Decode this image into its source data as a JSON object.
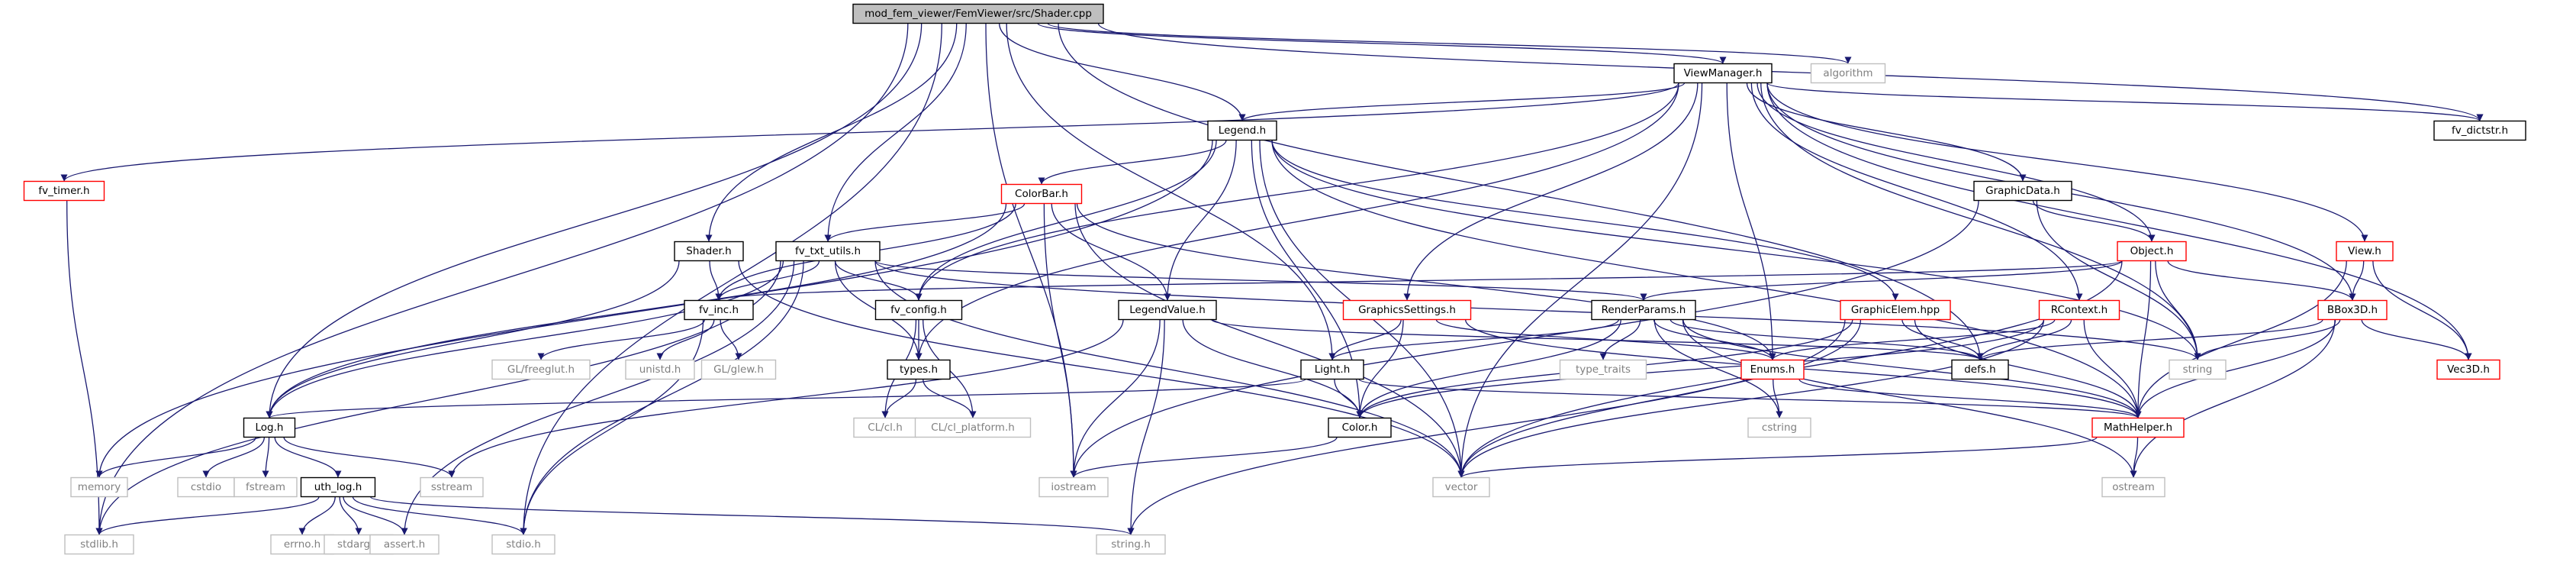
{
  "diagram": {
    "title": "",
    "colors": {
      "root_fill": "#bfbfbf",
      "root_border": "#000000",
      "documented_border": "#000000",
      "incomplete_border": "#ff0000",
      "system_border": "#bfbfbf",
      "system_text": "#808080",
      "text": "#000000",
      "edge": "#191970"
    },
    "nodes": [
      {
        "id": "shader_cpp",
        "label": "mod_fem_viewer/FemViewer/src/Shader.cpp",
        "kind": "root"
      },
      {
        "id": "viewmanager_h",
        "label": "ViewManager.h",
        "kind": "documented"
      },
      {
        "id": "algorithm",
        "label": "algorithm",
        "kind": "system"
      },
      {
        "id": "fv_dictstr_h",
        "label": "fv_dictstr.h",
        "kind": "documented"
      },
      {
        "id": "legend_h",
        "label": "Legend.h",
        "kind": "documented"
      },
      {
        "id": "fv_timer_h",
        "label": "fv_timer.h",
        "kind": "incomplete"
      },
      {
        "id": "colorbar_h",
        "label": "ColorBar.h",
        "kind": "incomplete"
      },
      {
        "id": "graphicdata_h",
        "label": "GraphicData.h",
        "kind": "documented"
      },
      {
        "id": "object_h",
        "label": "Object.h",
        "kind": "incomplete"
      },
      {
        "id": "view_h",
        "label": "View.h",
        "kind": "incomplete"
      },
      {
        "id": "shader_h",
        "label": "Shader.h",
        "kind": "documented"
      },
      {
        "id": "fv_txt_utils_h",
        "label": "fv_txt_utils.h",
        "kind": "documented"
      },
      {
        "id": "fv_inc_h",
        "label": "fv_inc.h",
        "kind": "documented"
      },
      {
        "id": "fv_config_h",
        "label": "fv_config.h",
        "kind": "documented"
      },
      {
        "id": "legendvalue_h",
        "label": "LegendValue.h",
        "kind": "documented"
      },
      {
        "id": "graphicssettings_h",
        "label": "GraphicsSettings.h",
        "kind": "incomplete"
      },
      {
        "id": "renderparams_h",
        "label": "RenderParams.h",
        "kind": "documented"
      },
      {
        "id": "graphicelem_hpp",
        "label": "GraphicElem.hpp",
        "kind": "incomplete"
      },
      {
        "id": "rcontext_h",
        "label": "RContext.h",
        "kind": "incomplete"
      },
      {
        "id": "bbox3d_h",
        "label": "BBox3D.h",
        "kind": "incomplete"
      },
      {
        "id": "vec3d_h",
        "label": "Vec3D.h",
        "kind": "incomplete"
      },
      {
        "id": "glfreeglut_h",
        "label": "GL/freeglut.h",
        "kind": "system"
      },
      {
        "id": "unistd_h",
        "label": "unistd.h",
        "kind": "system"
      },
      {
        "id": "glglew_h",
        "label": "GL/glew.h",
        "kind": "system"
      },
      {
        "id": "types_h",
        "label": "types.h",
        "kind": "documented"
      },
      {
        "id": "light_h",
        "label": "Light.h",
        "kind": "documented"
      },
      {
        "id": "type_traits",
        "label": "type_traits",
        "kind": "system"
      },
      {
        "id": "enums_h",
        "label": "Enums.h",
        "kind": "incomplete"
      },
      {
        "id": "defs_h",
        "label": "defs.h",
        "kind": "documented"
      },
      {
        "id": "string",
        "label": "string",
        "kind": "system"
      },
      {
        "id": "log_h",
        "label": "Log.h",
        "kind": "documented"
      },
      {
        "id": "clcl_h",
        "label": "CL/cl.h",
        "kind": "system"
      },
      {
        "id": "clcl_platform_h",
        "label": "CL/cl_platform.h",
        "kind": "system"
      },
      {
        "id": "color_h",
        "label": "Color.h",
        "kind": "documented"
      },
      {
        "id": "cstring",
        "label": "cstring",
        "kind": "system"
      },
      {
        "id": "mathhelper_h",
        "label": "MathHelper.h",
        "kind": "incomplete"
      },
      {
        "id": "memory",
        "label": "memory",
        "kind": "system"
      },
      {
        "id": "cstdio",
        "label": "cstdio",
        "kind": "system"
      },
      {
        "id": "fstream",
        "label": "fstream",
        "kind": "system"
      },
      {
        "id": "uth_log_h",
        "label": "uth_log.h",
        "kind": "documented"
      },
      {
        "id": "sstream",
        "label": "sstream",
        "kind": "system"
      },
      {
        "id": "iostream",
        "label": "iostream",
        "kind": "system"
      },
      {
        "id": "vector",
        "label": "vector",
        "kind": "system"
      },
      {
        "id": "ostream",
        "label": "ostream",
        "kind": "system"
      },
      {
        "id": "stdlib_h",
        "label": "stdlib.h",
        "kind": "system"
      },
      {
        "id": "errno_h",
        "label": "errno.h",
        "kind": "system"
      },
      {
        "id": "stdarg_h",
        "label": "stdarg.h",
        "kind": "system"
      },
      {
        "id": "assert_h",
        "label": "assert.h",
        "kind": "system"
      },
      {
        "id": "stdio_h",
        "label": "stdio.h",
        "kind": "system"
      },
      {
        "id": "string_h",
        "label": "string.h",
        "kind": "system"
      }
    ],
    "edges": [
      [
        "shader_cpp",
        "viewmanager_h"
      ],
      [
        "shader_cpp",
        "algorithm"
      ],
      [
        "shader_cpp",
        "fv_dictstr_h"
      ],
      [
        "shader_cpp",
        "legend_h"
      ],
      [
        "shader_cpp",
        "shader_h"
      ],
      [
        "shader_cpp",
        "fv_txt_utils_h"
      ],
      [
        "shader_cpp",
        "light_h"
      ],
      [
        "shader_cpp",
        "log_h"
      ],
      [
        "shader_cpp",
        "defs_h"
      ],
      [
        "shader_cpp",
        "iostream"
      ],
      [
        "shader_cpp",
        "stdio_h"
      ],
      [
        "shader_cpp",
        "stdlib_h"
      ],
      [
        "viewmanager_h",
        "fv_dictstr_h"
      ],
      [
        "viewmanager_h",
        "legend_h"
      ],
      [
        "viewmanager_h",
        "fv_timer_h"
      ],
      [
        "viewmanager_h",
        "graphicdata_h"
      ],
      [
        "viewmanager_h",
        "object_h"
      ],
      [
        "viewmanager_h",
        "view_h"
      ],
      [
        "viewmanager_h",
        "bbox3d_h"
      ],
      [
        "viewmanager_h",
        "vec3d_h"
      ],
      [
        "viewmanager_h",
        "graphicssettings_h"
      ],
      [
        "viewmanager_h",
        "rcontext_h"
      ],
      [
        "viewmanager_h",
        "fv_config_h"
      ],
      [
        "viewmanager_h",
        "types_h"
      ],
      [
        "viewmanager_h",
        "enums_h"
      ],
      [
        "viewmanager_h",
        "string"
      ],
      [
        "viewmanager_h",
        "vector"
      ],
      [
        "legend_h",
        "colorbar_h"
      ],
      [
        "legend_h",
        "legendvalue_h"
      ],
      [
        "legend_h",
        "fv_config_h"
      ],
      [
        "legend_h",
        "graphicelem_hpp"
      ],
      [
        "legend_h",
        "mathhelper_h"
      ],
      [
        "legend_h",
        "color_h"
      ],
      [
        "legend_h",
        "string"
      ],
      [
        "legend_h",
        "memory"
      ],
      [
        "legend_h",
        "vector"
      ],
      [
        "fv_timer_h",
        "stdlib_h"
      ],
      [
        "colorbar_h",
        "fv_txt_utils_h"
      ],
      [
        "colorbar_h",
        "legendvalue_h"
      ],
      [
        "colorbar_h",
        "fv_inc_h"
      ],
      [
        "colorbar_h",
        "enums_h"
      ],
      [
        "colorbar_h",
        "log_h"
      ],
      [
        "colorbar_h",
        "vector"
      ],
      [
        "colorbar_h",
        "iostream"
      ],
      [
        "graphicdata_h",
        "object_h"
      ],
      [
        "graphicdata_h",
        "string"
      ],
      [
        "graphicdata_h",
        "iostream"
      ],
      [
        "object_h",
        "renderparams_h"
      ],
      [
        "object_h",
        "bbox3d_h"
      ],
      [
        "object_h",
        "string"
      ],
      [
        "object_h",
        "mathhelper_h"
      ],
      [
        "object_h",
        "fv_inc_h"
      ],
      [
        "object_h",
        "vector"
      ],
      [
        "view_h",
        "bbox3d_h"
      ],
      [
        "view_h",
        "vec3d_h"
      ],
      [
        "view_h",
        "mathhelper_h"
      ],
      [
        "shader_h",
        "fv_inc_h"
      ],
      [
        "shader_h",
        "log_h"
      ],
      [
        "shader_h",
        "vector"
      ],
      [
        "fv_txt_utils_h",
        "fv_inc_h"
      ],
      [
        "fv_txt_utils_h",
        "fv_config_h"
      ],
      [
        "fv_txt_utils_h",
        "types_h"
      ],
      [
        "fv_txt_utils_h",
        "renderparams_h"
      ],
      [
        "fv_txt_utils_h",
        "string"
      ],
      [
        "fv_txt_utils_h",
        "vector"
      ],
      [
        "fv_txt_utils_h",
        "log_h"
      ],
      [
        "fv_txt_utils_h",
        "stdlib_h"
      ],
      [
        "fv_txt_utils_h",
        "assert_h"
      ],
      [
        "fv_txt_utils_h",
        "stdio_h"
      ],
      [
        "fv_inc_h",
        "glfreeglut_h"
      ],
      [
        "fv_inc_h",
        "unistd_h"
      ],
      [
        "fv_inc_h",
        "glglew_h"
      ],
      [
        "fv_inc_h",
        "stdio_h"
      ],
      [
        "fv_config_h",
        "types_h"
      ],
      [
        "fv_config_h",
        "clcl_h"
      ],
      [
        "fv_config_h",
        "clcl_platform_h"
      ],
      [
        "types_h",
        "clcl_h"
      ],
      [
        "types_h",
        "clcl_platform_h"
      ],
      [
        "legendvalue_h",
        "defs_h"
      ],
      [
        "legendvalue_h",
        "color_h"
      ],
      [
        "legendvalue_h",
        "string_h"
      ],
      [
        "legendvalue_h",
        "iostream"
      ],
      [
        "legendvalue_h",
        "sstream"
      ],
      [
        "graphicssettings_h",
        "light_h"
      ],
      [
        "graphicssettings_h",
        "color_h"
      ],
      [
        "graphicssettings_h",
        "enums_h"
      ],
      [
        "graphicssettings_h",
        "mathhelper_h"
      ],
      [
        "renderparams_h",
        "light_h"
      ],
      [
        "renderparams_h",
        "type_traits"
      ],
      [
        "renderparams_h",
        "enums_h"
      ],
      [
        "renderparams_h",
        "defs_h"
      ],
      [
        "renderparams_h",
        "color_h"
      ],
      [
        "renderparams_h",
        "cstring"
      ],
      [
        "renderparams_h",
        "mathhelper_h"
      ],
      [
        "renderparams_h",
        "ostream"
      ],
      [
        "graphicelem_hpp",
        "defs_h"
      ],
      [
        "graphicelem_hpp",
        "mathhelper_h"
      ],
      [
        "graphicelem_hpp",
        "color_h"
      ],
      [
        "graphicelem_hpp",
        "vector"
      ],
      [
        "graphicelem_hpp",
        "string_h"
      ],
      [
        "rcontext_h",
        "enums_h"
      ],
      [
        "rcontext_h",
        "defs_h"
      ],
      [
        "rcontext_h",
        "mathhelper_h"
      ],
      [
        "rcontext_h",
        "color_h"
      ],
      [
        "rcontext_h",
        "vector"
      ],
      [
        "bbox3d_h",
        "defs_h"
      ],
      [
        "bbox3d_h",
        "string"
      ],
      [
        "bbox3d_h",
        "vec3d_h"
      ],
      [
        "bbox3d_h",
        "mathhelper_h"
      ],
      [
        "bbox3d_h",
        "ostream"
      ],
      [
        "light_h",
        "color_h"
      ],
      [
        "light_h",
        "mathhelper_h"
      ],
      [
        "light_h",
        "log_h"
      ],
      [
        "enums_h",
        "cstring"
      ],
      [
        "enums_h",
        "mathhelper_h"
      ],
      [
        "color_h",
        "iostream"
      ],
      [
        "mathhelper_h",
        "vector"
      ],
      [
        "mathhelper_h",
        "ostream"
      ],
      [
        "log_h",
        "memory"
      ],
      [
        "log_h",
        "cstdio"
      ],
      [
        "log_h",
        "fstream"
      ],
      [
        "log_h",
        "uth_log_h"
      ],
      [
        "log_h",
        "sstream"
      ],
      [
        "uth_log_h",
        "stdlib_h"
      ],
      [
        "uth_log_h",
        "errno_h"
      ],
      [
        "uth_log_h",
        "stdarg_h"
      ],
      [
        "uth_log_h",
        "assert_h"
      ],
      [
        "uth_log_h",
        "stdio_h"
      ],
      [
        "uth_log_h",
        "string_h"
      ]
    ]
  }
}
